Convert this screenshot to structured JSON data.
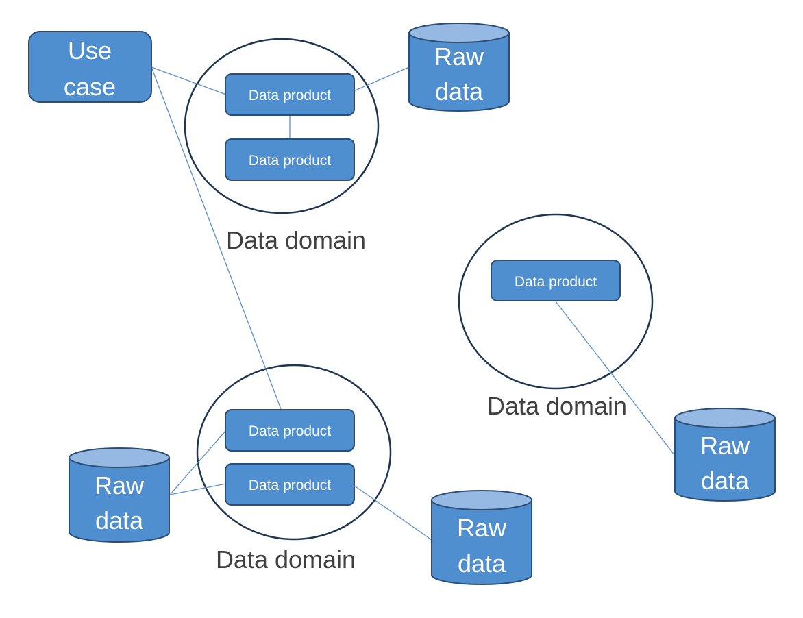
{
  "use_case": {
    "line1": "Use",
    "line2": "case"
  },
  "data_domains": [
    {
      "label": "Data domain",
      "products": [
        "Data product",
        "Data product"
      ]
    },
    {
      "label": "Data domain",
      "products": [
        "Data product"
      ]
    },
    {
      "label": "Data domain",
      "products": [
        "Data product",
        "Data product"
      ]
    }
  ],
  "raw_data": [
    {
      "line1": "Raw",
      "line2": "data"
    },
    {
      "line1": "Raw",
      "line2": "data"
    },
    {
      "line1": "Raw",
      "line2": "data"
    },
    {
      "line1": "Raw",
      "line2": "data"
    }
  ],
  "colors": {
    "box_fill": "#4f8fd0",
    "box_stroke": "#2c4e75",
    "cylinder_top": "#95b9e3",
    "connector": "#5b8fc9",
    "domain_circle": "#1f3550"
  }
}
